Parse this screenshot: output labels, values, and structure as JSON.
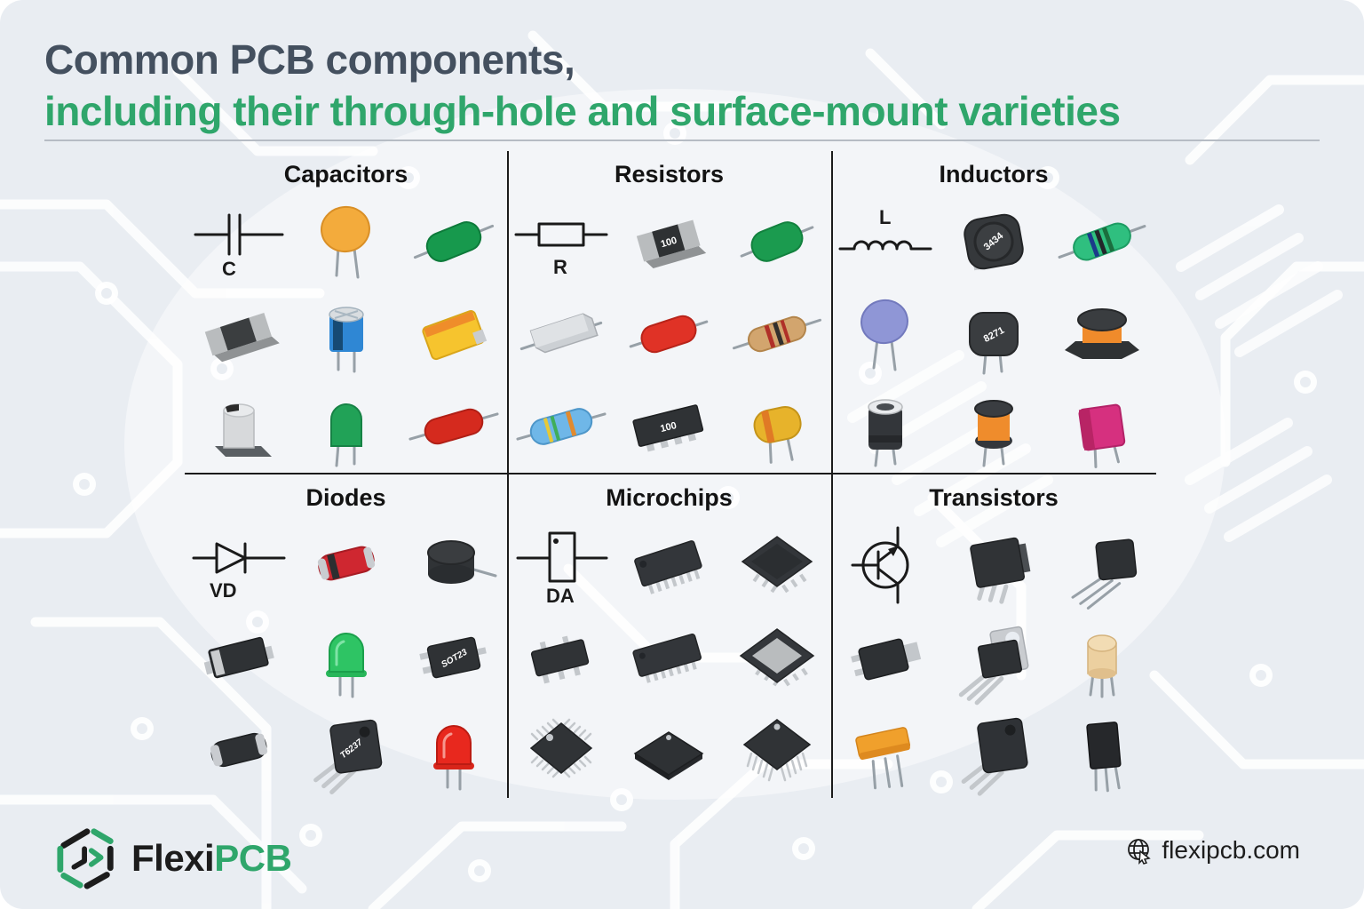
{
  "header": {
    "title_line1": "Common PCB components,",
    "title_line2": "including their through-hole and surface-mount varieties"
  },
  "sections": {
    "capacitors": {
      "title": "Capacitors",
      "symbol": "C"
    },
    "resistors": {
      "title": "Resistors",
      "symbol": "R",
      "smd_marking": "100",
      "array_marking": "100"
    },
    "inductors": {
      "title": "Inductors",
      "symbol": "L",
      "shielded_marking": "3434",
      "radial_marking": "8271"
    },
    "diodes": {
      "title": "Diodes",
      "symbol": "VD",
      "sot23_marking": "SOT23",
      "power_marking": "T6237"
    },
    "microchips": {
      "title": "Microchips",
      "symbol": "DA"
    },
    "transistors": {
      "title": "Transistors"
    }
  },
  "footer": {
    "brand_flexi": "Flexi",
    "brand_pcb": "PCB",
    "website": "flexipcb.com"
  },
  "colors": {
    "accent_green": "#2fa66b",
    "title_dark": "#44505f",
    "background": "#e9edf2"
  }
}
